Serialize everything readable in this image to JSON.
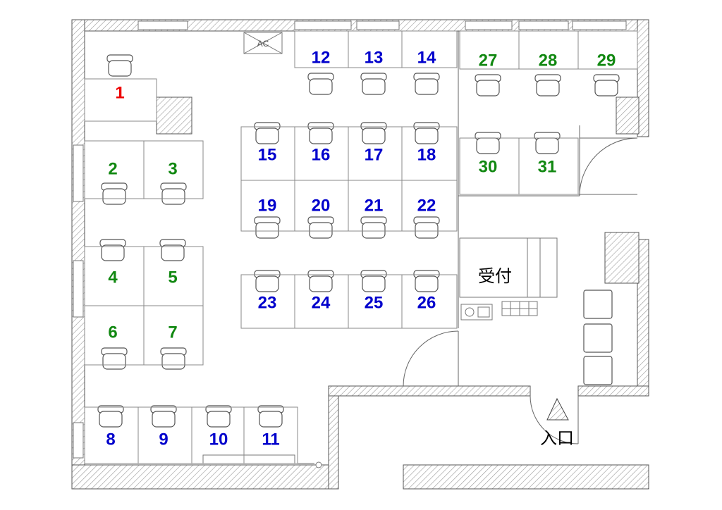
{
  "colors": {
    "blue_seat": "#0000cc",
    "green_seat": "#118811",
    "red_seat": "#ee0000",
    "line": "#666666"
  },
  "labels": {
    "reception": "受付",
    "entrance": "入口",
    "ac": "AC"
  },
  "seats": [
    {
      "id": "1",
      "color": "red"
    },
    {
      "id": "2",
      "color": "green"
    },
    {
      "id": "3",
      "color": "green"
    },
    {
      "id": "4",
      "color": "green"
    },
    {
      "id": "5",
      "color": "green"
    },
    {
      "id": "6",
      "color": "green"
    },
    {
      "id": "7",
      "color": "green"
    },
    {
      "id": "8",
      "color": "blue"
    },
    {
      "id": "9",
      "color": "blue"
    },
    {
      "id": "10",
      "color": "blue"
    },
    {
      "id": "11",
      "color": "blue"
    },
    {
      "id": "12",
      "color": "blue"
    },
    {
      "id": "13",
      "color": "blue"
    },
    {
      "id": "14",
      "color": "blue"
    },
    {
      "id": "15",
      "color": "blue"
    },
    {
      "id": "16",
      "color": "blue"
    },
    {
      "id": "17",
      "color": "blue"
    },
    {
      "id": "18",
      "color": "blue"
    },
    {
      "id": "19",
      "color": "blue"
    },
    {
      "id": "20",
      "color": "blue"
    },
    {
      "id": "21",
      "color": "blue"
    },
    {
      "id": "22",
      "color": "blue"
    },
    {
      "id": "23",
      "color": "blue"
    },
    {
      "id": "24",
      "color": "blue"
    },
    {
      "id": "25",
      "color": "blue"
    },
    {
      "id": "26",
      "color": "blue"
    },
    {
      "id": "27",
      "color": "green"
    },
    {
      "id": "28",
      "color": "green"
    },
    {
      "id": "29",
      "color": "green"
    },
    {
      "id": "30",
      "color": "green"
    },
    {
      "id": "31",
      "color": "green"
    }
  ]
}
